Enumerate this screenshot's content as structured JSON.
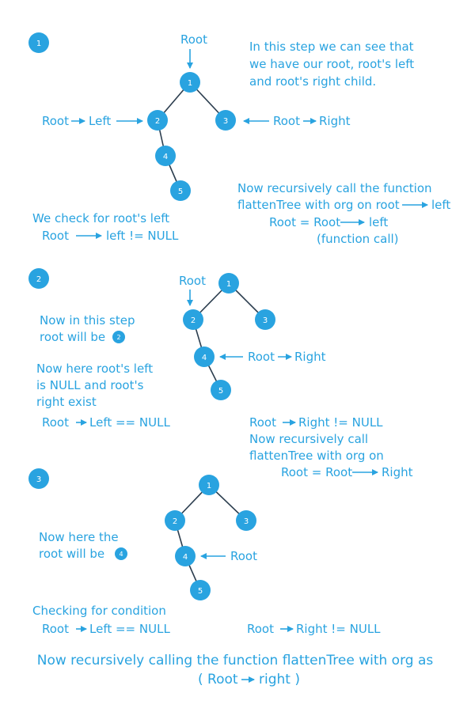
{
  "colors": {
    "accent": "#29a3e0",
    "node": "#29a3e0",
    "edge": "#2c3e4f",
    "background": "#ffffff"
  },
  "steps": [
    {
      "number": "1",
      "nodes": [
        "1",
        "2",
        "3",
        "4",
        "5"
      ],
      "labels": {
        "root_top": "Root",
        "root_left_a": "Root",
        "root_left_b": "Left",
        "root_right_a": "Root",
        "root_right_b": "Right"
      },
      "description": [
        "In this step we can see that",
        "we have our root, root's left",
        "and root's right child."
      ],
      "recursion": [
        "Now recursively call the function",
        "flattenTree with org on root",
        "left",
        "Root = Root",
        "left",
        "(function call)"
      ],
      "check": [
        "We check for root's left",
        "Root",
        "left != NULL"
      ]
    },
    {
      "number": "2",
      "nodes": [
        "1",
        "2",
        "3",
        "4",
        "5"
      ],
      "labels": {
        "root_top": "Root",
        "root_right_a": "Root",
        "root_right_b": "Right"
      },
      "description": [
        "Now in this step",
        "root will be",
        "2"
      ],
      "left_null": [
        "Now here root's left",
        "is NULL and root's",
        "right exist"
      ],
      "condition": [
        "Root",
        "Left == NULL"
      ],
      "recursion": [
        "Root",
        "Right != NULL",
        "Now recursively call",
        "flattenTree with org on",
        "Root = Root",
        "Right"
      ]
    },
    {
      "number": "3",
      "nodes": [
        "1",
        "2",
        "3",
        "4",
        "5"
      ],
      "labels": {
        "root_right": "Root"
      },
      "description": [
        "Now here the",
        "root will be",
        "4"
      ],
      "checking": "Checking for condition",
      "condition_left": [
        "Root",
        "Left == NULL"
      ],
      "condition_right": [
        "Root",
        "Right != NULL"
      ]
    }
  ],
  "footer": [
    "Now recursively calling the function flattenTree with org as",
    "( Root",
    "right )"
  ]
}
